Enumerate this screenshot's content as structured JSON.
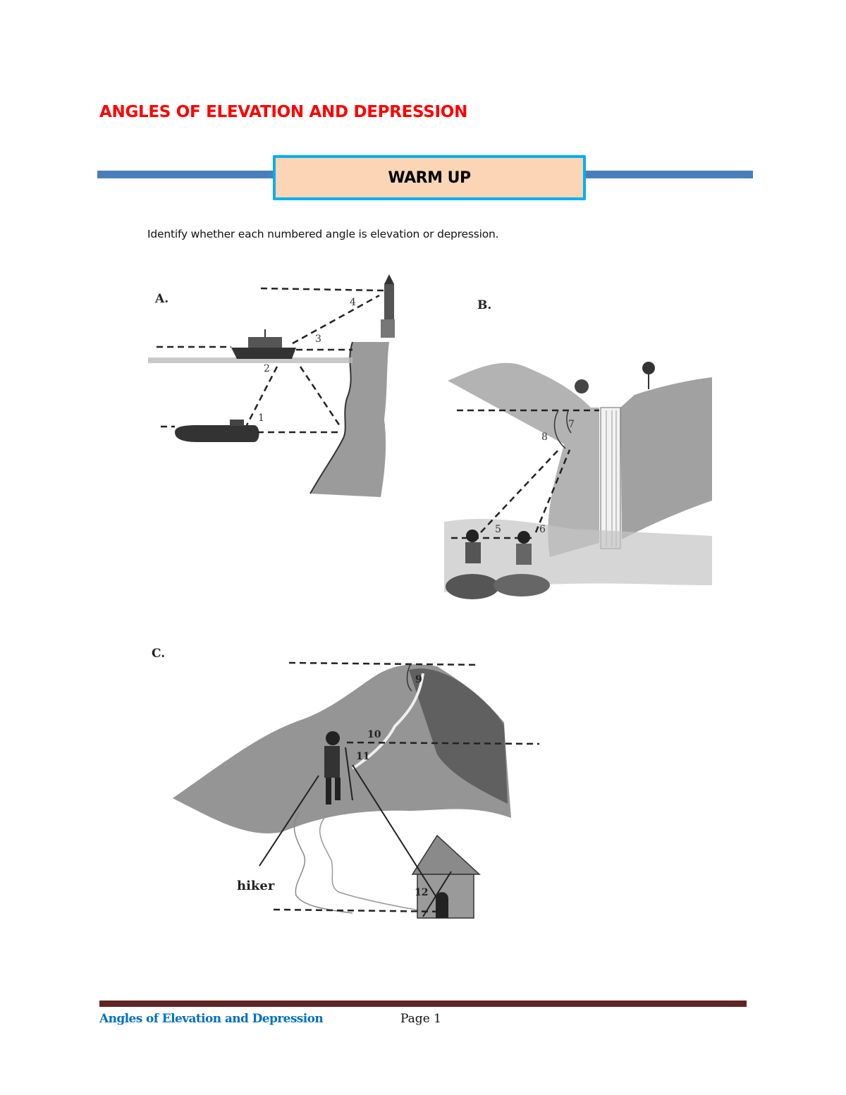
{
  "document": {
    "title": "ANGLES OF ELEVATION AND DEPRESSION",
    "section_banner": "WARM UP",
    "instructions": "Identify whether each numbered angle is elevation or depression.",
    "colors": {
      "title": "#ff0000",
      "banner_fill": "#fbd5b5",
      "banner_border": "#00b0f0",
      "banner_rule": "#4a7ebb",
      "footer_rule": "#612322",
      "footer_title": "#0070c0"
    }
  },
  "figures": [
    {
      "label": "A.",
      "scene": "lighthouse on cliff, boat on surface, submarine below",
      "angles": [
        "1",
        "2",
        "3",
        "4"
      ]
    },
    {
      "label": "B.",
      "scene": "waterfall cliff with two seated observers",
      "angles": [
        "5",
        "6",
        "7",
        "8"
      ]
    },
    {
      "label": "C.",
      "scene": "hiker on mountain slope, summit and hut",
      "angles": [
        "9",
        "10",
        "11",
        "12"
      ],
      "callout": "hiker"
    }
  ],
  "footer": {
    "title": "Angles of Elevation and Depression",
    "page": "Page 1"
  }
}
